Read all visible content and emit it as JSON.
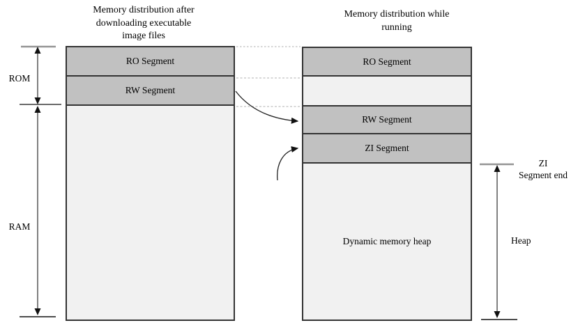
{
  "left_column": {
    "title_lines": [
      "Memory distribution after",
      "downloading executable",
      "image files"
    ],
    "segments": {
      "ro": "RO Segment",
      "rw": "RW Segment"
    }
  },
  "right_column": {
    "title_lines": [
      "Memory distribution while",
      "running"
    ],
    "segments": {
      "ro": "RO Segment",
      "rw": "RW Segment",
      "zi": "ZI Segment",
      "heap": "Dynamic memory heap"
    }
  },
  "side_labels": {
    "rom": "ROM",
    "ram": "RAM",
    "zi_end_lines": [
      "ZI",
      "Segment end"
    ],
    "heap": "Heap"
  },
  "colors": {
    "segment_dark": "#c1c1c1",
    "segment_light": "#f1f1f1",
    "outline": "#333333",
    "arrow_line": "#4a4a4a",
    "arrow_head": "#111111",
    "tick_gray": "#949494",
    "tick_black": "#111111",
    "dotted_line": "#b0b0b0",
    "text": "#000000",
    "background": "#ffffff"
  }
}
